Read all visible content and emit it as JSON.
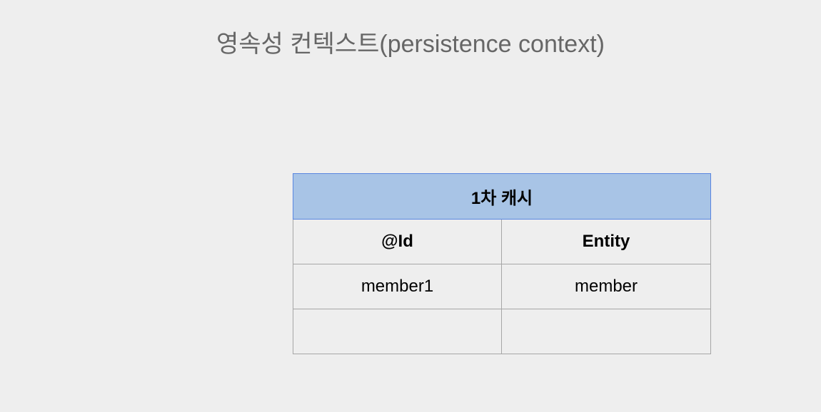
{
  "title": "영속성 컨텍스트(persistence context)",
  "cache": {
    "header": "1차 캐시",
    "columns": [
      "@Id",
      "Entity"
    ],
    "rows": [
      [
        "member1",
        "member"
      ],
      [
        "",
        ""
      ]
    ]
  },
  "colors": {
    "background": "#eeeeee",
    "header_fill": "#a8c4e6",
    "header_border": "#5a86e0",
    "grid": "#a6a6a6",
    "title_text": "#666666"
  }
}
